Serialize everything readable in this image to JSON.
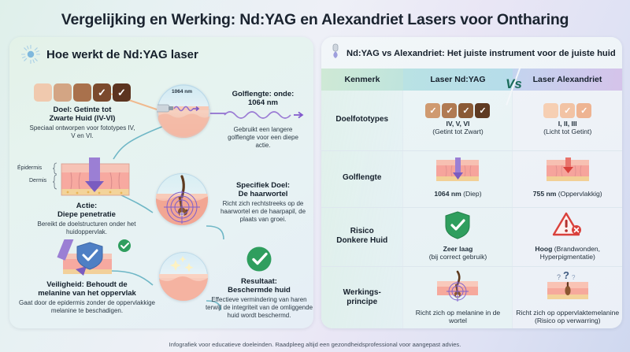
{
  "title": "Vergelijking en Werking: Nd:YAG en Alexandriet Lasers voor Ontharing",
  "footer": "Infografiek voor educatieve doeleinden. Raadpleeg altijd een gezondheidsprofessional voor aangepast advies.",
  "left_panel": {
    "icon": "sun-burst-icon",
    "heading": "Hoe werkt de Nd:YAG laser",
    "nodes": [
      {
        "id": "doel",
        "title": "Doel: Getinte tot\nZwarte Huid (IV-VI)",
        "title_line1": "Doel: Getinte tot",
        "title_line2": "Zwarte Huid (IV-VI)",
        "desc": "Speciaal ontworpen voor fototypes IV, V en VI.",
        "swatches": [
          "#f0c9ae",
          "#d3a584",
          "#a9714c",
          "#7b4a2d",
          "#5c3420"
        ],
        "checked": [
          false,
          false,
          false,
          true,
          true
        ]
      },
      {
        "id": "golflengte",
        "title_line1": "Golflengte: onde:",
        "title_line2": "1064 nm",
        "desc": "Gebruikt een langere golflengte voor een diepe actie.",
        "device_label": "1064 nm"
      },
      {
        "id": "actie",
        "title_line1": "Actie:",
        "title_line2": "Diepe penetratie",
        "desc": "Bereikt de doelstructuren onder het huidoppervlak.",
        "layer_labels": [
          "Épidermis",
          "Dermis"
        ]
      },
      {
        "id": "specifiek-doel",
        "title_line1": "Specifiek Doel:",
        "title_line2": "De haarwortel",
        "desc": "Richt zich rechtstreeks op de haarwortel en de haarpapil, de plaats van groei."
      },
      {
        "id": "veiligheid",
        "title_line1": "Veiligheid: Behoudt de",
        "title_line2": "melanine van het oppervlak",
        "desc": "Gaat door de epidermis zonder de oppervlakkige melanine te beschadigen."
      },
      {
        "id": "resultaat",
        "title_line1": "Resultaat:",
        "title_line2": "Beschermde huid",
        "desc": "Effectieve vermindering van haren terwijl de integriteit van de omliggende huid wordt beschermd."
      }
    ]
  },
  "right_panel": {
    "icon": "laser-handpiece-icon",
    "heading": "Nd:YAG vs Alexandriet: Het juiste instrument voor de juiste huid",
    "vs_badge": "Vs",
    "columns": [
      "Kenmerk",
      "Laser Nd:YAG",
      "Laser Alexandriet"
    ],
    "rows": [
      {
        "feature": "Doelfototypes",
        "ndyag": {
          "icon": "skin-swatches-dark",
          "swatches": [
            "#cf9a70",
            "#b07a52",
            "#8a5a36",
            "#5e3a22"
          ],
          "label_bold": "IV, V, VI",
          "label_sub": "(Getint tot Zwart)"
        },
        "alex": {
          "icon": "skin-swatches-light",
          "swatches": [
            "#f6cfb3",
            "#f2c3a4",
            "#eeb492"
          ],
          "label_bold": "I, II, III",
          "label_sub": "(Licht tot Getint)"
        }
      },
      {
        "feature": "Golflengte",
        "ndyag": {
          "icon": "skin-deep-arrow-purple",
          "label_bold": "1064 nm",
          "label_sub": "(Diep)"
        },
        "alex": {
          "icon": "skin-shallow-arrow-red",
          "label_bold": "755 nm",
          "label_sub": "(Oppervlakkig)"
        }
      },
      {
        "feature": "Risico\nDonkere Huid",
        "feature_line1": "Risico",
        "feature_line2": "Donkere Huid",
        "ndyag": {
          "icon": "green-shield-check-icon",
          "label_bold": "Zeer laag",
          "label_sub": "(bij correct gebruik)"
        },
        "alex": {
          "icon": "red-warning-triangle-icon",
          "label_bold": "Hoog",
          "label_sub": "(Brandwonden, Hyperpigmentatie)"
        }
      },
      {
        "feature": "Werkings-\nprincipe",
        "feature_line1": "Werkings-",
        "feature_line2": "principe",
        "ndyag": {
          "icon": "hair-follicle-target-icon",
          "label_bold": "",
          "label_sub": "Richt zich op melanine in de wortel"
        },
        "alex": {
          "icon": "surface-melanin-question-icon",
          "label_bold": "",
          "label_sub": "Richt zich op oppervlaktemelanine (Risico op verwarring)"
        }
      }
    ]
  },
  "colors": {
    "accent_green": "#2f9e5e",
    "accent_red": "#d9413c",
    "purple": "#7b5ec0",
    "header_green": "#cfe9d5",
    "header_teal": "#b9e2e4",
    "header_violet": "#d5c3ea"
  }
}
